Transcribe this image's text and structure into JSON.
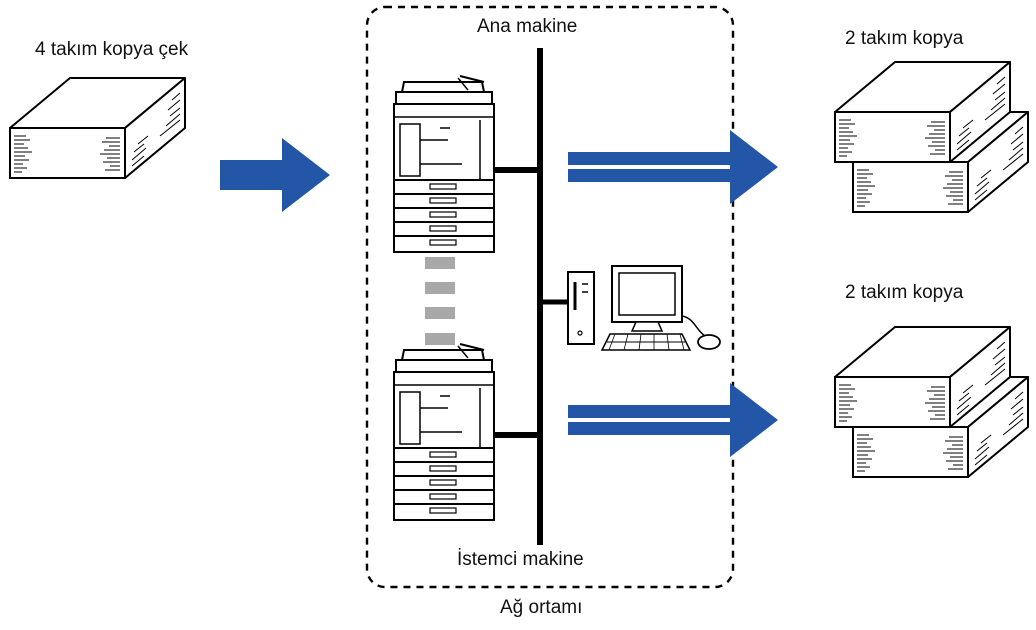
{
  "labels": {
    "source": "4 takım kopya çek",
    "main_machine": "Ana makine",
    "client_machine": "İstemci makine",
    "output_top": "2 takım kopya",
    "output_bottom": "2 takım kopya",
    "network": "Ağ ortamı"
  },
  "colors": {
    "arrow": "#2356a6",
    "stroke": "#000000",
    "connector_gray": "#a8a8a8"
  },
  "icons": [
    "paper-stack-icon",
    "arrow-right-icon",
    "printer-icon",
    "desktop-computer-icon",
    "network-line"
  ]
}
